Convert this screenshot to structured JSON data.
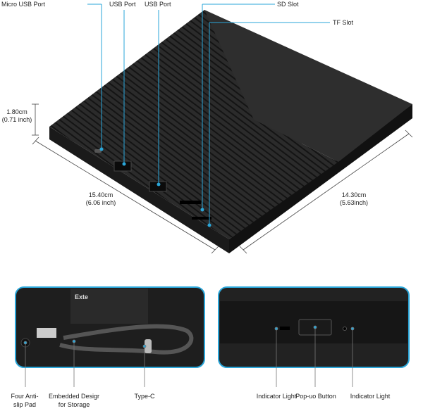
{
  "callouts_top": {
    "micro_usb": "Micro USB Port",
    "usb1": "USB Port",
    "usb2": "USB Port",
    "sd": "SD Slot",
    "tf": "TF Slot"
  },
  "dimensions": {
    "height_cm": "1.80cm",
    "height_in": "(0.71 inch)",
    "length_cm": "15.40cm",
    "length_in": "(6.06 inch)",
    "width_cm": "14.30cm",
    "width_in": "(5.63inch)"
  },
  "left_inset": {
    "label_text": "Exte",
    "pads": [
      "Four Anti-",
      "slip Pad"
    ],
    "storage": [
      "Embedded Desigr",
      "for Storage"
    ],
    "typec": "Type-C"
  },
  "right_inset": {
    "indicator_left": "Indicator Light",
    "popup": "Pop-uo Button",
    "indicator_right": "Indicator Light"
  },
  "colors": {
    "accent": "#2aa6d9",
    "device": "#262626"
  }
}
